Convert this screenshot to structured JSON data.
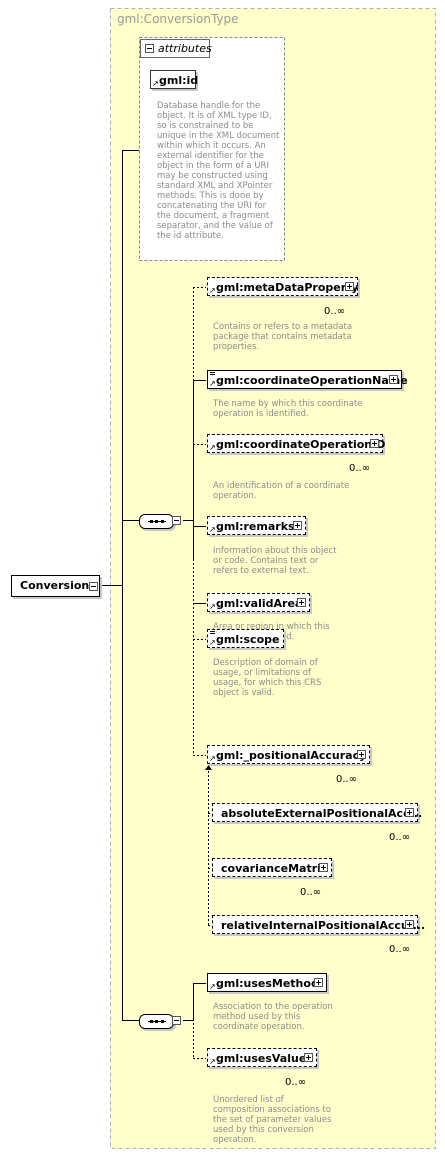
{
  "type_label": "gml:ConversionType",
  "attributes_label": "attributes",
  "id_attribute": {
    "name": "gml:id",
    "description": "Database handle for the object.  It is of XML type ID, so is constrained to be unique in the XML document within which it occurs.  An external identifier for the object in the form of a URI may be constructed using standard XML and XPointer methods.  This is done by concatenating the URI for the document, a fragment separator, and the value of the id attribute."
  },
  "root": {
    "name": "Conversion"
  },
  "sequence_1": [
    {
      "name": "gml:metaDataProperty",
      "multiplicity": "0..∞",
      "description": "Contains or refers to a metadata package that contains metadata properties."
    },
    {
      "name": "gml:coordinateOperationName",
      "multiplicity": "",
      "description": "The name by which this coordinate operation is identified."
    },
    {
      "name": "gml:coordinateOperationID",
      "multiplicity": "0..∞",
      "description": "An identification of a coordinate operation."
    },
    {
      "name": "gml:remarks",
      "multiplicity": "",
      "description": "Information about this object or code. Contains text or refers to external text."
    },
    {
      "name": "gml:validArea",
      "multiplicity": "",
      "description": "Area or region in which this CRS object is valid."
    },
    {
      "name": "gml:scope",
      "multiplicity": "",
      "description": "Description of domain of usage, or limitations of usage, for which this CRS object is valid."
    },
    {
      "name": "gml:_positionalAccuracy",
      "multiplicity": "0..∞",
      "description": ""
    }
  ],
  "substitutions": [
    {
      "name": "absoluteExternalPositionalAcc...",
      "multiplicity": "0..∞"
    },
    {
      "name": "covarianceMatrix",
      "multiplicity": "0..∞"
    },
    {
      "name": "relativeInternalPositionalAccur...",
      "multiplicity": "0..∞"
    }
  ],
  "sequence_2": [
    {
      "name": "gml:usesMethod",
      "multiplicity": "",
      "description": "Association to the operation method used by this coordinate operation."
    },
    {
      "name": "gml:usesValue",
      "multiplicity": "0..∞",
      "description": "Unordered list of composition associations to the set of parameter values used by this conversion operation."
    }
  ]
}
